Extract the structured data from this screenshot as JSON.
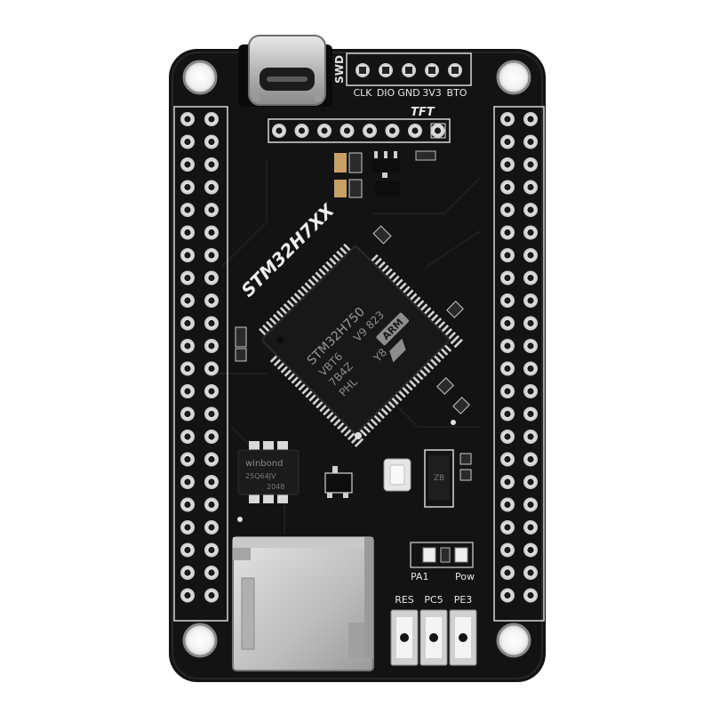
{
  "board": {
    "silkscreen": {
      "swd": "SWD",
      "swd_pins": [
        "CLK",
        "DIO",
        "GND",
        "3V3",
        "BTO"
      ],
      "tft": "TFT",
      "series": "STM32H7XX",
      "led1": "PA1",
      "led2": "Pow",
      "btn1": "RES",
      "btn2": "PC5",
      "btn3": "PE3",
      "flash_brand": "winbond",
      "flash_line2": "25Q64JV",
      "flash_line3": "2048"
    },
    "mcu": {
      "line1": "STM32H750",
      "line2": "VBT6",
      "line3": "7B4Z",
      "line4": "PHL",
      "line5": "V9 823",
      "line6": "Y8",
      "arm_logo": "ARM"
    },
    "regulator": "ZB",
    "icons": [
      "usb-c-connector",
      "microsd-slot",
      "st-logo"
    ]
  }
}
